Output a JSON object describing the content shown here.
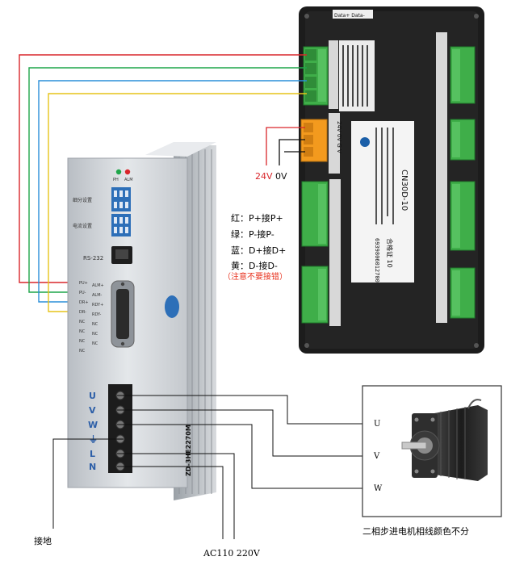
{
  "colors": {
    "wire_red": "#d9262b",
    "wire_green": "#1fa64a",
    "wire_blue": "#2a8fd8",
    "wire_yellow": "#e6c419",
    "warning_red": "#e8331f",
    "terminal_green": "#3fae49",
    "terminal_orange": "#f39a1e",
    "controller_body": "#1e1e1e",
    "driver_body": "#cfd3d8",
    "motor_body": "#2a2a2a"
  },
  "controller": {
    "top_label": "Data+  Data-",
    "model": "CN30D-10",
    "serial": "6939806012700",
    "cert": "合格证 10",
    "power_v": "24V",
    "power_0": "0V",
    "power_g": "G",
    "power_pins": "24V 0V G V"
  },
  "power_label": {
    "v24": "24V",
    "v0": "0V"
  },
  "legend": {
    "line1": "红：P+接P+",
    "line2": "绿：P-接P-",
    "line3": "蓝：D+接D+",
    "line4": "黄：D-接D-",
    "warning": "（注意不要接错）"
  },
  "driver": {
    "model": "ZD-3HE2270M",
    "rs": "RS-232",
    "led1": "PH",
    "led2": "ALM",
    "dip_label1": "细分设置",
    "dip_label2": "电流设置",
    "side_pins": [
      "PU+",
      "PU-",
      "DR+",
      "DR-",
      "NC",
      "NC",
      "NC",
      "NC"
    ],
    "side_pins_right": [
      "ALM+",
      "ALM-",
      "RDY+",
      "RDY-",
      "NC",
      "NC",
      "NC"
    ],
    "terminal_letters": [
      "U",
      "V",
      "W",
      "⏚",
      "L",
      "N"
    ]
  },
  "motor": {
    "u": "U",
    "v": "V",
    "w": "W",
    "caption": "二相步进电机相线颜色不分"
  },
  "ground_label": "接地",
  "ac_label": "AC110  220V"
}
